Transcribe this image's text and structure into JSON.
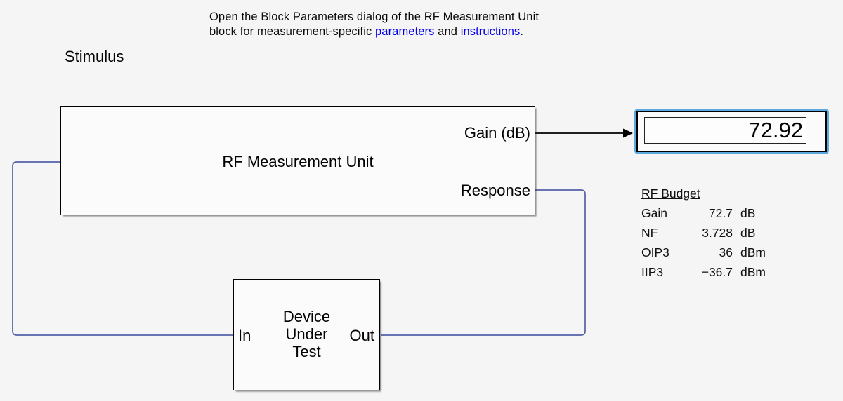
{
  "annotation": {
    "line1": "Open the Block Parameters dialog of the RF Measurement Unit",
    "line2_prefix": "block for measurement-specific",
    "link_parameters": "parameters",
    "line2_mid": " and ",
    "link_instructions": "instructions",
    "line2_suffix": "."
  },
  "rf_block": {
    "title": "RF Measurement Unit",
    "port_stimulus": "Stimulus",
    "port_gain": "Gain (dB)",
    "port_response": "Response"
  },
  "display_block": {
    "value": "72.92"
  },
  "rf_budget": {
    "title": "RF Budget",
    "rows": [
      {
        "label": "Gain",
        "value": "72.7",
        "unit": "dB"
      },
      {
        "label": "NF",
        "value": "3.728",
        "unit": "dB"
      },
      {
        "label": "OIP3",
        "value": "36",
        "unit": "dBm"
      },
      {
        "label": "IIP3",
        "value": "−36.7",
        "unit": "dBm"
      }
    ]
  },
  "dut_block": {
    "title_line1": "Device",
    "title_line2": "Under",
    "title_line3": "Test",
    "port_in": "In",
    "port_out": "Out"
  },
  "colors": {
    "canvas_bg": "#f5f5f5",
    "block_fill": "#fbfbfb",
    "block_border": "#000000",
    "signal_line": "#5560a8",
    "gain_line": "#000000",
    "selection_highlight": "#5ba9de",
    "link_blue": "#0000ee"
  }
}
